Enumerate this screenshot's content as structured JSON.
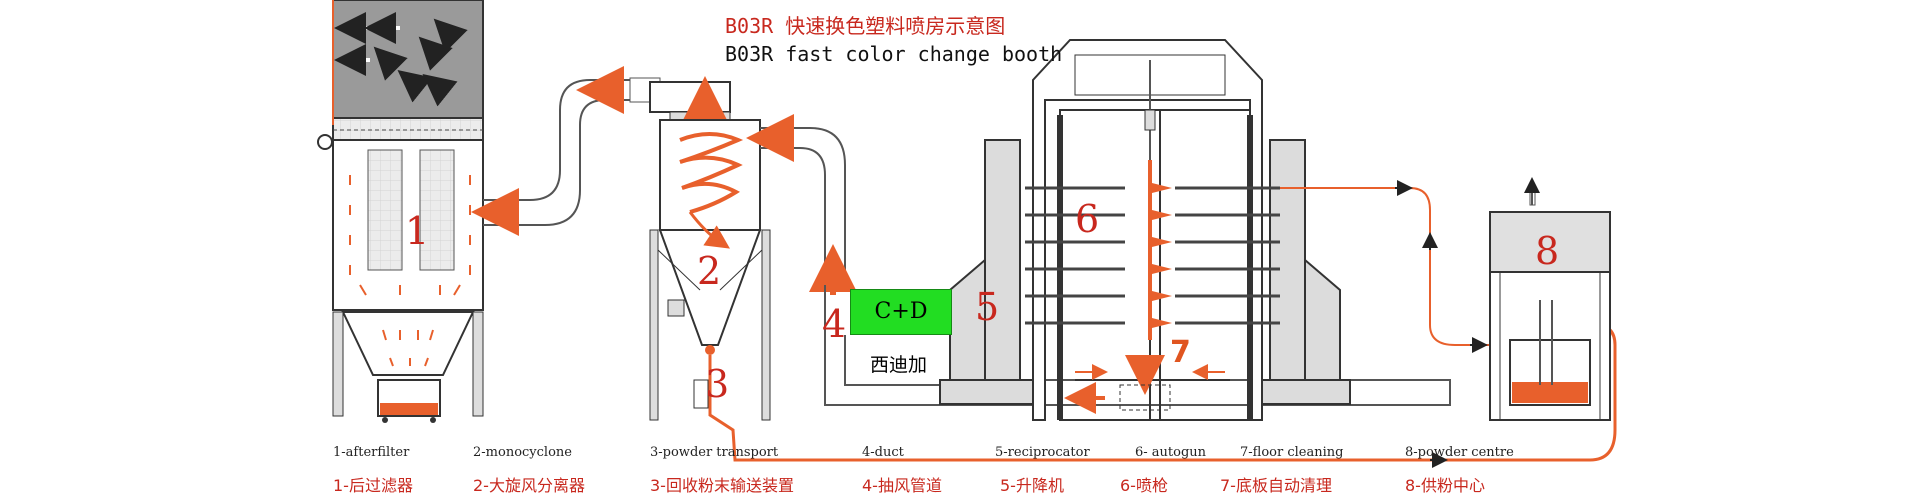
{
  "title_cn": "B03R 快速换色塑料喷房示意图",
  "title_en": "B03R fast color change booth",
  "cd_label": "C+D",
  "cd_sub": "西迪加",
  "markers": [
    "1",
    "2",
    "3",
    "4",
    "5",
    "6",
    "7",
    "8"
  ],
  "legend_en": [
    "1-afterfilter",
    "2-monocyclone",
    "3-powder transport",
    "4-duct",
    "5-reciprocator",
    "6- autogun",
    "7-floor cleaning",
    "8-powder centre"
  ],
  "legend_cn": [
    "1-后过滤器",
    "2-大旋风分离器",
    "3-回收粉末输送装置",
    "4-抽风管道",
    "5-升降机",
    "6-喷枪",
    "7-底板自动清理",
    "8-供粉中心"
  ],
  "colors": {
    "accent_red": "#c8281e",
    "powder_orange": "#e8602c",
    "cd_green": "#22dd22",
    "metal_fill": "#dcdcdc",
    "outline": "#333333"
  }
}
